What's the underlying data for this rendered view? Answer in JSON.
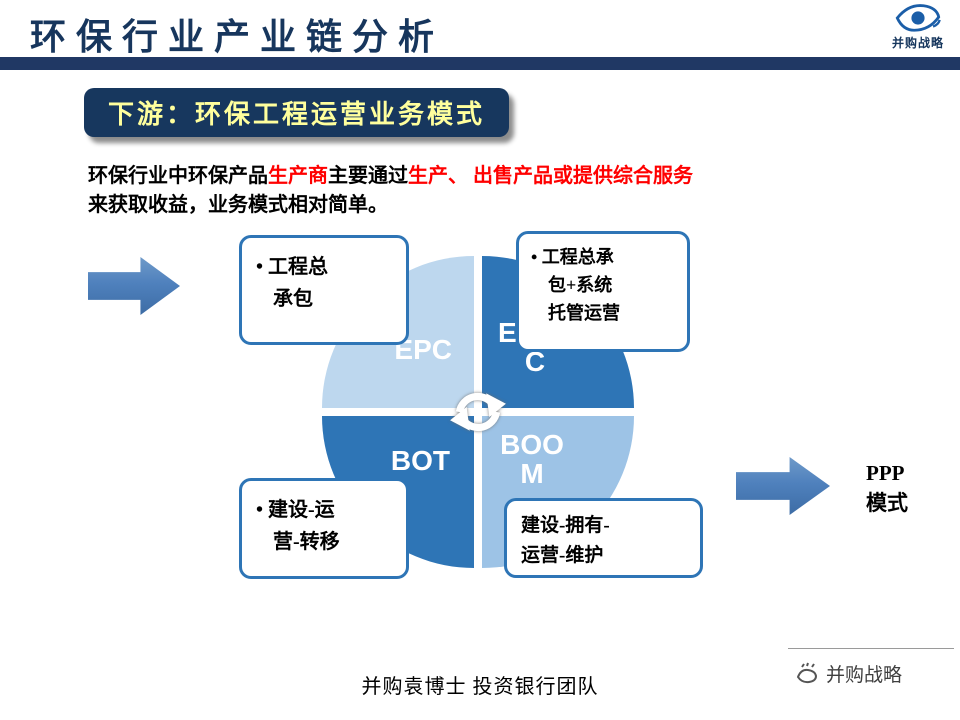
{
  "header": {
    "title": "环保行业产业链分析",
    "logo_text": "并购战略"
  },
  "badge": {
    "text": "下游：环保工程运营业务模式"
  },
  "paragraph": {
    "seg1": "环保行业中环保产品",
    "seg2": "生产商",
    "seg3": "主要通过",
    "seg4": "生产、 出售产品或提供综合服务",
    "seg5": "来获取收益，业务模式相对简单。"
  },
  "diagram": {
    "quadrant_tl": {
      "label": "EPC"
    },
    "quadrant_tr": {
      "line1": "EPC+",
      "line2": "C"
    },
    "quadrant_bl": {
      "label": "BOT"
    },
    "quadrant_br": {
      "line1": "BOO",
      "line2": "M"
    },
    "callout_tl": {
      "line1": "• 工程总",
      "line2": "承包"
    },
    "callout_tr": {
      "line1": "• 工程总承",
      "line2": "包+系统",
      "line3": "托管运营"
    },
    "callout_bl": {
      "line1": "• 建设-运",
      "line2": "营-转移"
    },
    "callout_br": {
      "line1": "建设-拥有-",
      "line2": "运营-维护"
    },
    "ppp": {
      "line1": "PPP",
      "line2": "模式"
    }
  },
  "footer": {
    "credit": "并购袁博士 投资银行团队",
    "brand": "并购战略"
  },
  "colors": {
    "title_blue": "#17365D",
    "bar_blue": "#203864",
    "badge_bg": "#17375E",
    "dark_quadrant": "#2E75B6",
    "light_quadrant": "#BDD7EE",
    "boom_quadrant": "#9DC3E6",
    "arrow_blue": "#4F81BD",
    "highlight_red": "#FF0000"
  }
}
